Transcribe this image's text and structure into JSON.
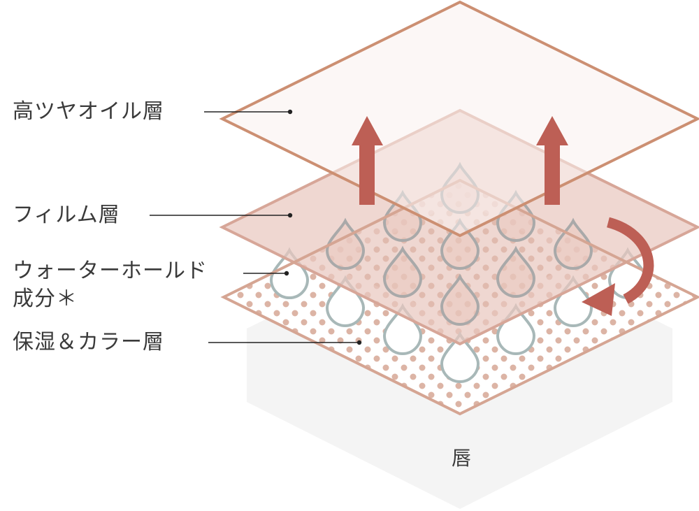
{
  "labels": {
    "gloss_oil_layer": "高ツヤオイル層",
    "film_layer": "フィルム層",
    "water_hold_line1": "ウォーターホールド",
    "water_hold_line2": "成分＊",
    "moisture_color_layer": "保湿＆カラー層",
    "lips": "唇"
  },
  "colors": {
    "oil_layer_stroke": "#cc8f72",
    "oil_layer_fill": "#f9f1ef",
    "film_layer_stroke": "#d7a698",
    "film_layer_fill": "#e9c8bf",
    "dot_layer_stroke": "#d5a593",
    "dot_color": "#dcb4a5",
    "droplet_outline_gray": "#a9a9a9",
    "droplet_outline_teal": "#a8b8b8",
    "arrow_color": "#bd5f55",
    "base_block": "#f4f4f4",
    "leader_line": "#222222"
  },
  "icons": {
    "up_arrow": "up-arrow-icon",
    "curved_arrow": "curved-arrow-icon",
    "droplet": "droplet-icon"
  }
}
